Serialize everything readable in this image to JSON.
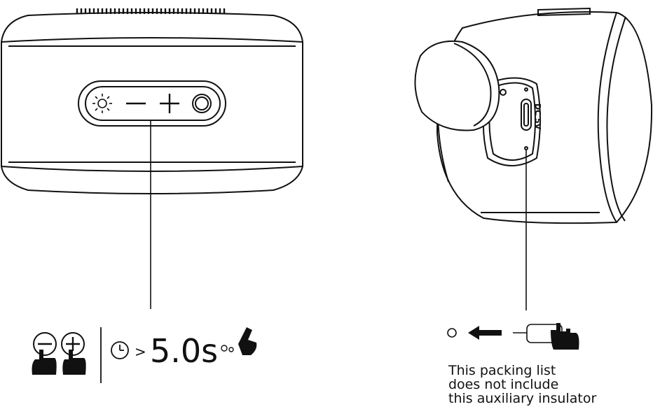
{
  "left_panel": {
    "device": "speaker-front-view",
    "buttons": [
      "brightness-icon",
      "minus-icon",
      "plus-icon",
      "power-icon"
    ],
    "instruction": {
      "gesture": "press-minus-and-plus-together",
      "comparator": ">",
      "duration": "5.0s"
    }
  },
  "right_panel": {
    "device": "speaker-side-view-with-cover-removed",
    "port_label": "DC 5V",
    "instruction": {
      "gesture": "pull-out-insulator",
      "note_lines": [
        "This packing list",
        "does not include",
        "this auxiliary insulator"
      ]
    }
  },
  "colors": {
    "ink": "#111111",
    "background": "#ffffff"
  }
}
